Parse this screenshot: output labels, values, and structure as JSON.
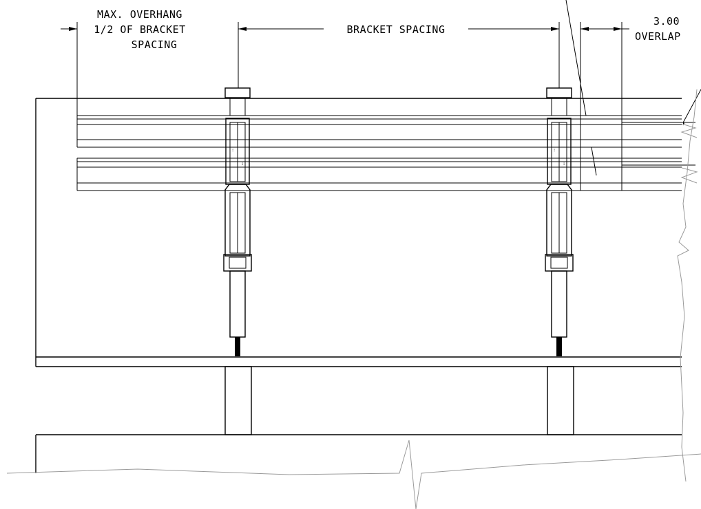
{
  "dimensions": {
    "overhang_line1": "MAX. OVERHANG",
    "overhang_line2": "1/2 OF BRACKET",
    "overhang_line3": "SPACING",
    "bracket_spacing": "BRACKET SPACING",
    "overlap_value": "3.00",
    "overlap_label": "OVERLAP"
  },
  "colors": {
    "line": "#000000",
    "break_line": "#9a9a9a",
    "background": "#ffffff"
  },
  "brackets": [
    {
      "id": "left-bracket"
    },
    {
      "id": "right-bracket"
    }
  ]
}
